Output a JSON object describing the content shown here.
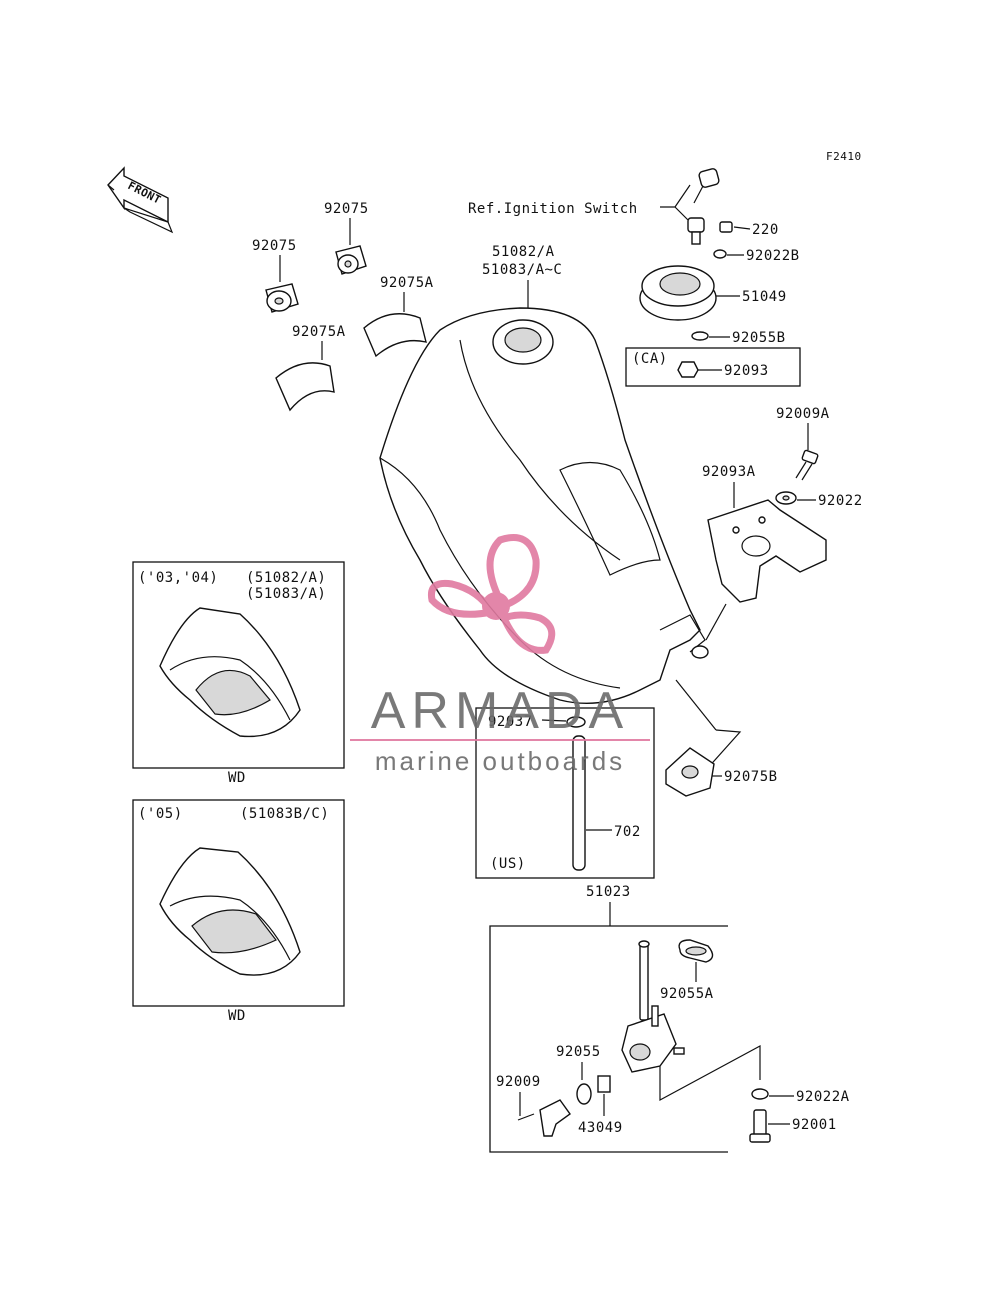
{
  "diagram_code": "F2410",
  "front_label": "FRONT",
  "ref_label": "Ref.Ignition Switch",
  "parts": {
    "p92075_a": "92075",
    "p92075_b": "92075",
    "p92075A_a": "92075A",
    "p92075A_b": "92075A",
    "p51082": "51082/A",
    "p51083": "51083/A~C",
    "p220": "220",
    "p92022B": "92022B",
    "p51049": "51049",
    "p92055B": "92055B",
    "p92093": "92093",
    "p92009A": "92009A",
    "p92093A": "92093A",
    "p92022": "92022",
    "p92037": "92037",
    "p702": "702",
    "p92075B": "92075B",
    "p51023": "51023",
    "p92055A": "92055A",
    "p92055": "92055",
    "p92009": "92009",
    "p43049": "43049",
    "p92022A": "92022A",
    "p92001": "92001"
  },
  "boxes": {
    "ca": "(CA)",
    "us": "(US)",
    "inset1_years": "('03,'04)",
    "inset1_part1": "(51082/A)",
    "inset1_part2": "(51083/A)",
    "inset1_caption": "WD",
    "inset2_years": "('05)",
    "inset2_part": "(51083B/C)",
    "inset2_caption": "WD"
  },
  "watermark": {
    "brand": "ARMADA",
    "tagline": "marine outboards",
    "brand_color": "#6b6b6b",
    "accent_color": "#e07aa0"
  }
}
